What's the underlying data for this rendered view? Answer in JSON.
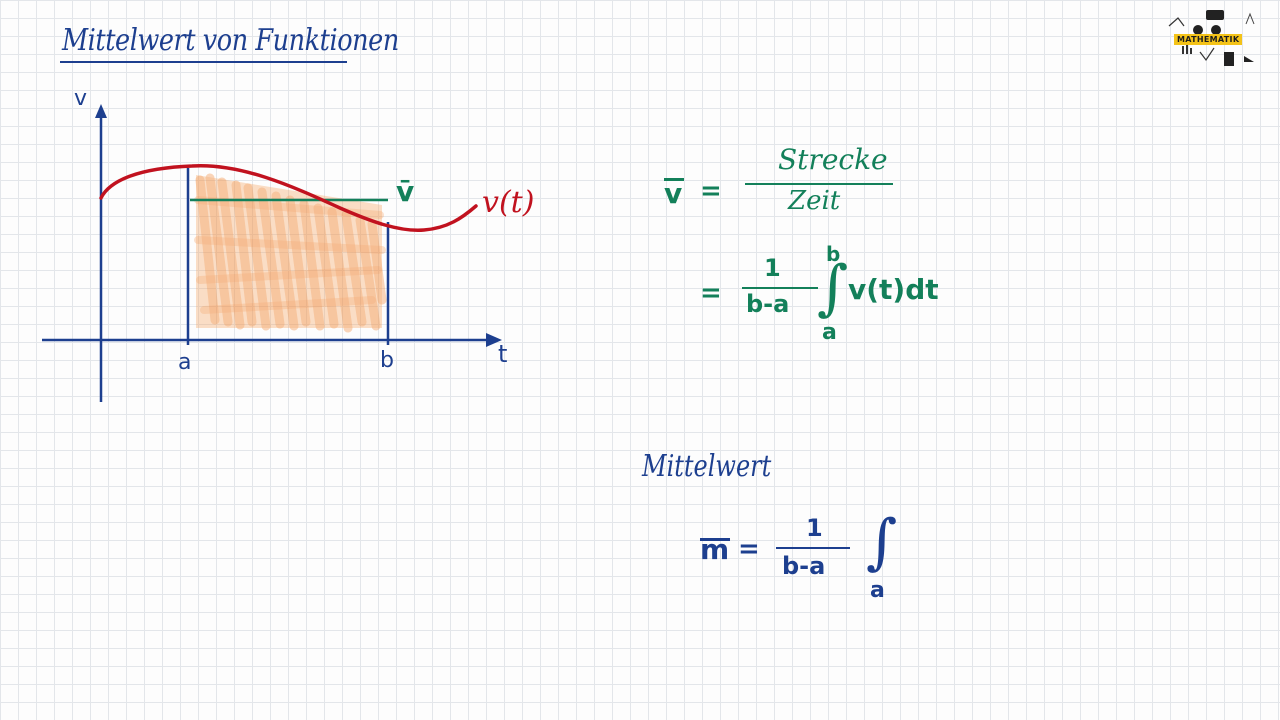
{
  "page": {
    "title": "Mittelwert von Funktionen"
  },
  "graph": {
    "y_axis_label": "v",
    "x_axis_label": "t",
    "a_label": "a",
    "b_label": "b",
    "curve_label": "v(t)",
    "mean_label": "v̄"
  },
  "formula1": {
    "lhs": "v",
    "eq": "=",
    "numerator": "Strecke",
    "denominator": "Zeit"
  },
  "formula2": {
    "eq": "=",
    "numerator": "1",
    "denominator": "b-a",
    "upper": "b",
    "lower": "a",
    "integrand": "v(t)dt"
  },
  "section": {
    "heading": "Mittelwert"
  },
  "formula3": {
    "lhs": "m",
    "eq": "=",
    "numerator": "1",
    "denominator": "b-a",
    "lower": "a"
  },
  "logo": {
    "text": "MATHEMATIK",
    "accent": "#f4c318"
  },
  "colors": {
    "ink_blue": "#1d3f8f",
    "ink_green": "#13805a",
    "ink_red": "#c1121f",
    "fill_orange": "#f4a460"
  }
}
